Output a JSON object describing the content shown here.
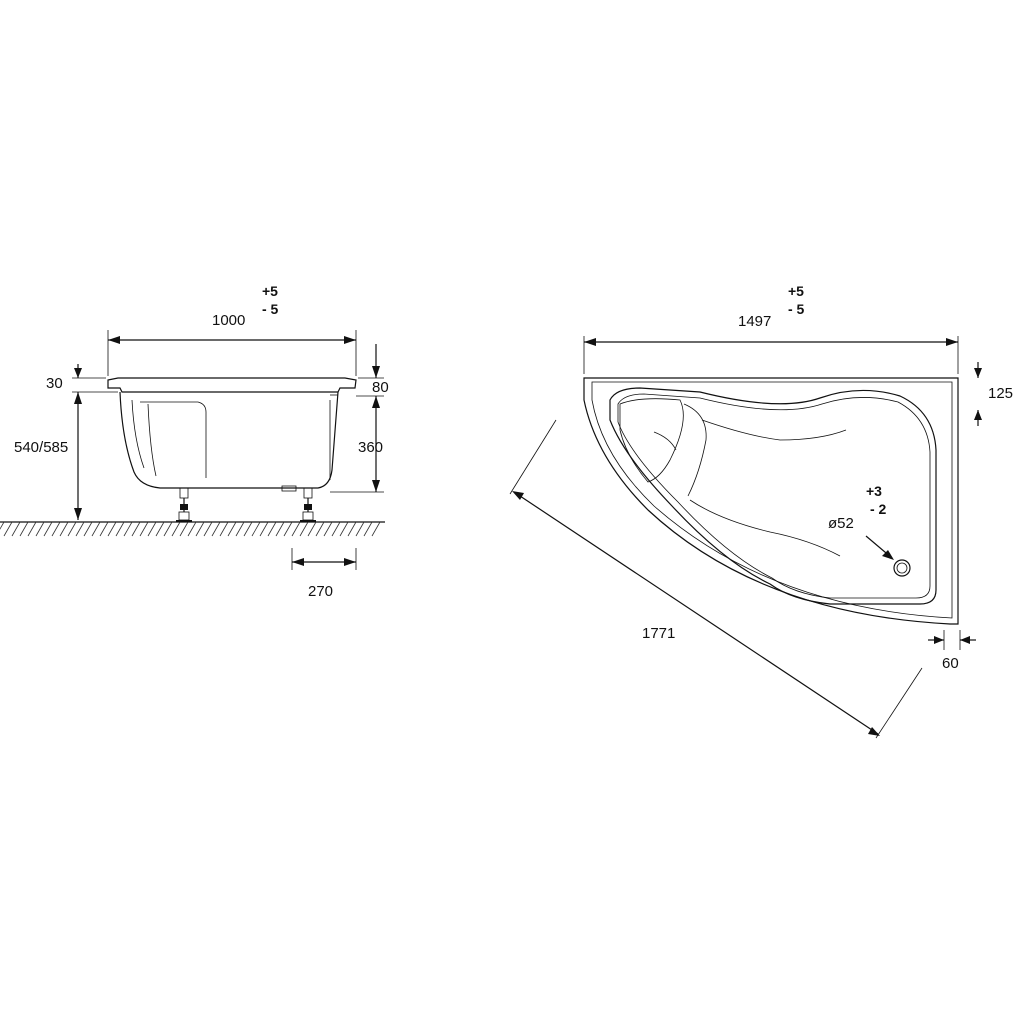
{
  "side_view": {
    "width": {
      "value": "1000",
      "tol_plus": "+5",
      "tol_minus": "- 5"
    },
    "rim_height": "30",
    "overall_height": "540/585",
    "rim_right": "80",
    "depth": "360",
    "leg_offset": "270"
  },
  "top_view": {
    "width": {
      "value": "1497",
      "tol_plus": "+5",
      "tol_minus": "- 5"
    },
    "diagonal": "1771",
    "right_rim": "125",
    "drain": {
      "diameter": "ø52",
      "tol_plus": "+3",
      "tol_minus": "- 2"
    },
    "bottom_rim": "60"
  },
  "colors": {
    "line": "#111111",
    "background": "#ffffff"
  }
}
